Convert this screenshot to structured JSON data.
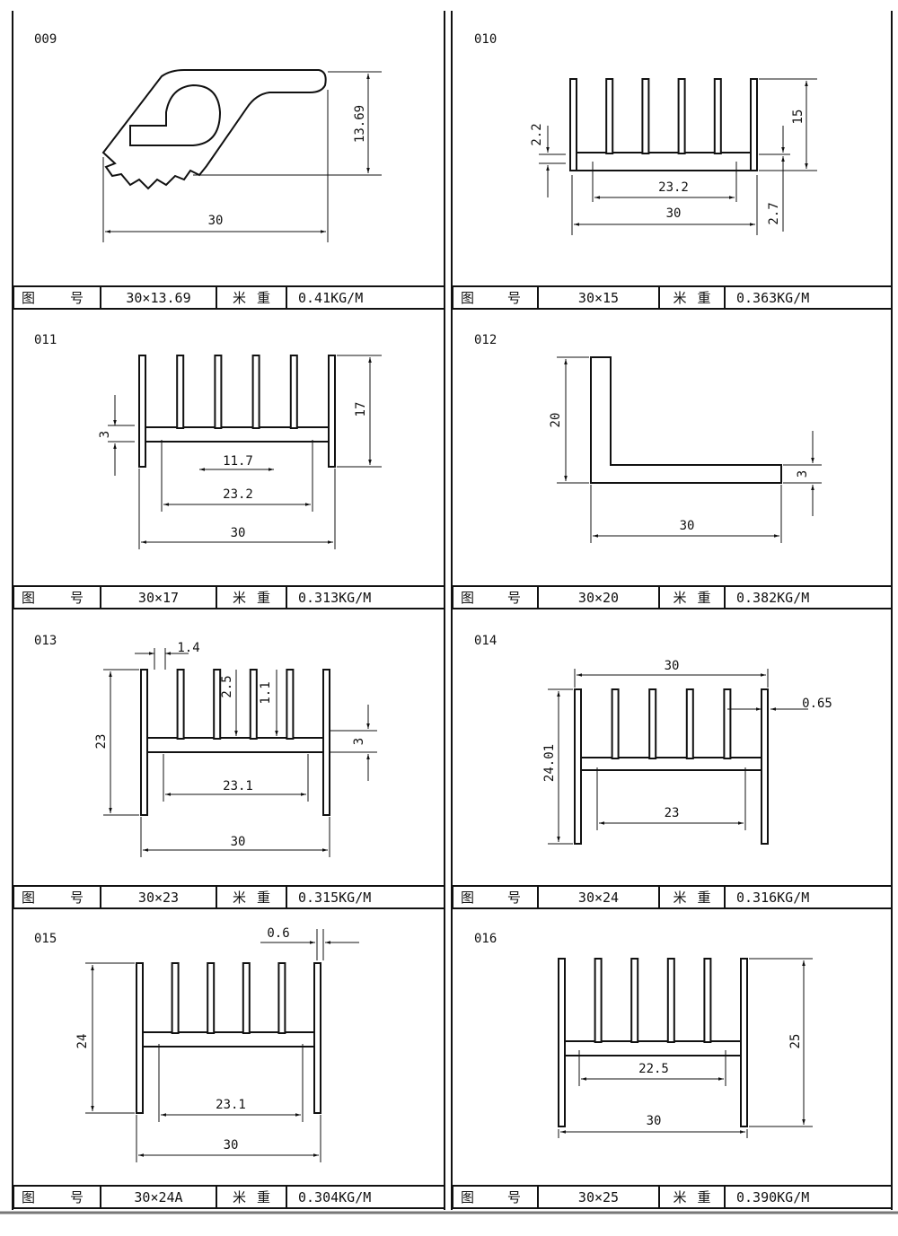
{
  "labels": {
    "figure_no_a": "图",
    "figure_no_b": "号",
    "weight_a": "米",
    "weight_b": "重"
  },
  "panels": [
    {
      "id": "009",
      "size": "30×13.69",
      "weight": "0.41KG/M",
      "dims": [
        "13.69",
        "30"
      ]
    },
    {
      "id": "010",
      "size": "30×15",
      "weight": "0.363KG/M",
      "dims": [
        "2.2",
        "15",
        "23.2",
        "30",
        "2.7"
      ]
    },
    {
      "id": "011",
      "size": "30×17",
      "weight": "0.313KG/M",
      "dims": [
        "3",
        "17",
        "11.7",
        "23.2",
        "30"
      ]
    },
    {
      "id": "012",
      "size": "30×20",
      "weight": "0.382KG/M",
      "dims": [
        "20",
        "3",
        "30"
      ]
    },
    {
      "id": "013",
      "size": "30×23",
      "weight": "0.315KG/M",
      "dims": [
        "1.4",
        "2.5",
        "1.1",
        "23",
        "3",
        "23.1",
        "30"
      ]
    },
    {
      "id": "014",
      "size": "30×24",
      "weight": "0.316KG/M",
      "dims": [
        "30",
        "0.65",
        "24.01",
        "23"
      ]
    },
    {
      "id": "015",
      "size": "30×24A",
      "weight": "0.304KG/M",
      "dims": [
        "0.6",
        "24",
        "23.1",
        "30"
      ]
    },
    {
      "id": "016",
      "size": "30×25",
      "weight": "0.390KG/M",
      "dims": [
        "22.5",
        "30",
        "25"
      ]
    }
  ]
}
